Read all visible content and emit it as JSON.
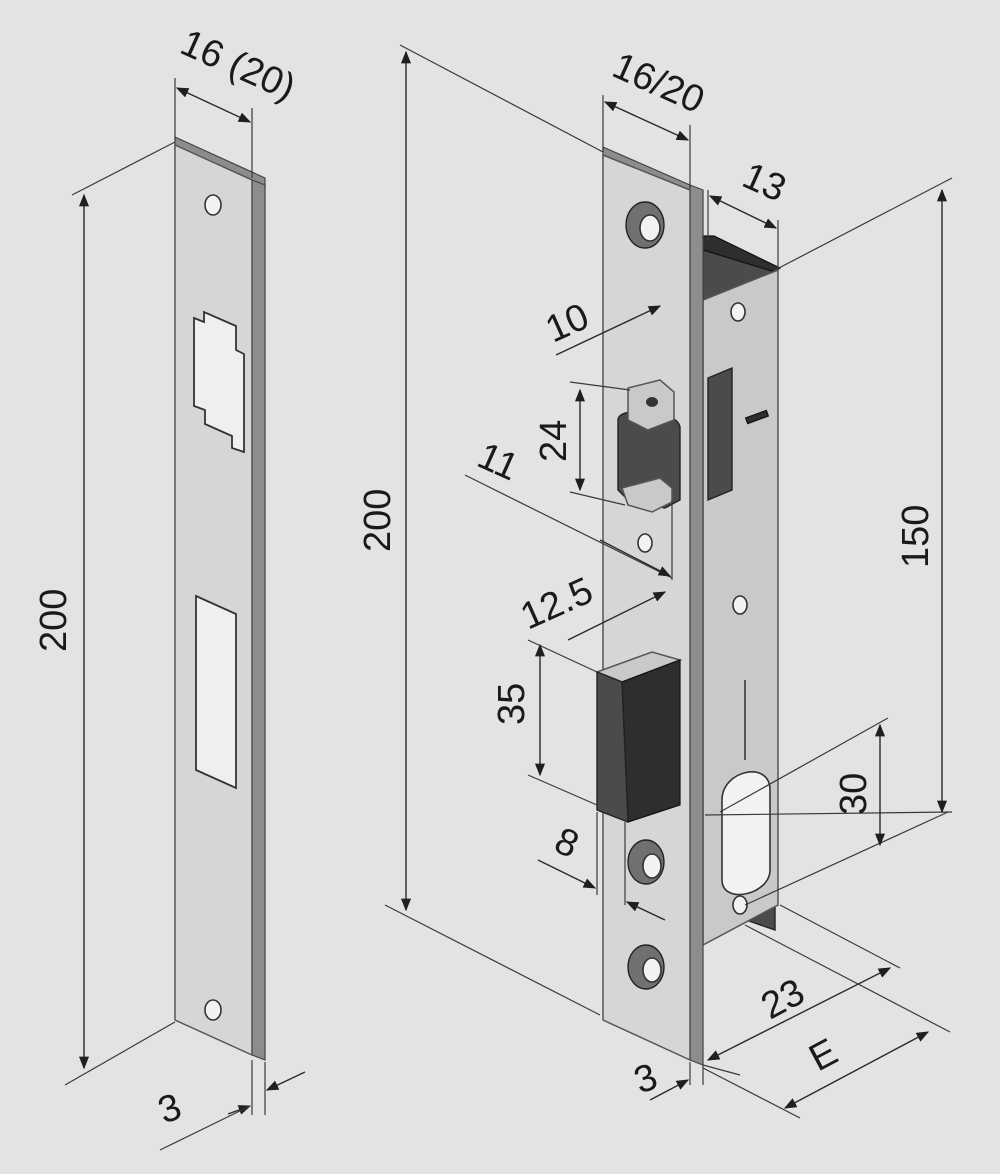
{
  "strike_plate": {
    "dimensions": {
      "width": "16 (20)",
      "height": "200",
      "thickness": "3"
    }
  },
  "lock_body": {
    "dimensions": {
      "faceplate_width": "16/20",
      "faceplate_height": "200",
      "case_depth": "13",
      "latch_offset": "10",
      "latch_height": "24",
      "latch_projection": "11",
      "bolt_offset": "12.5",
      "bolt_height": "35",
      "bolt_projection": "8",
      "latch_to_cylinder": "150",
      "cylinder_height": "30",
      "case_width": "23",
      "backset": "E",
      "faceplate_thickness": "3"
    }
  }
}
